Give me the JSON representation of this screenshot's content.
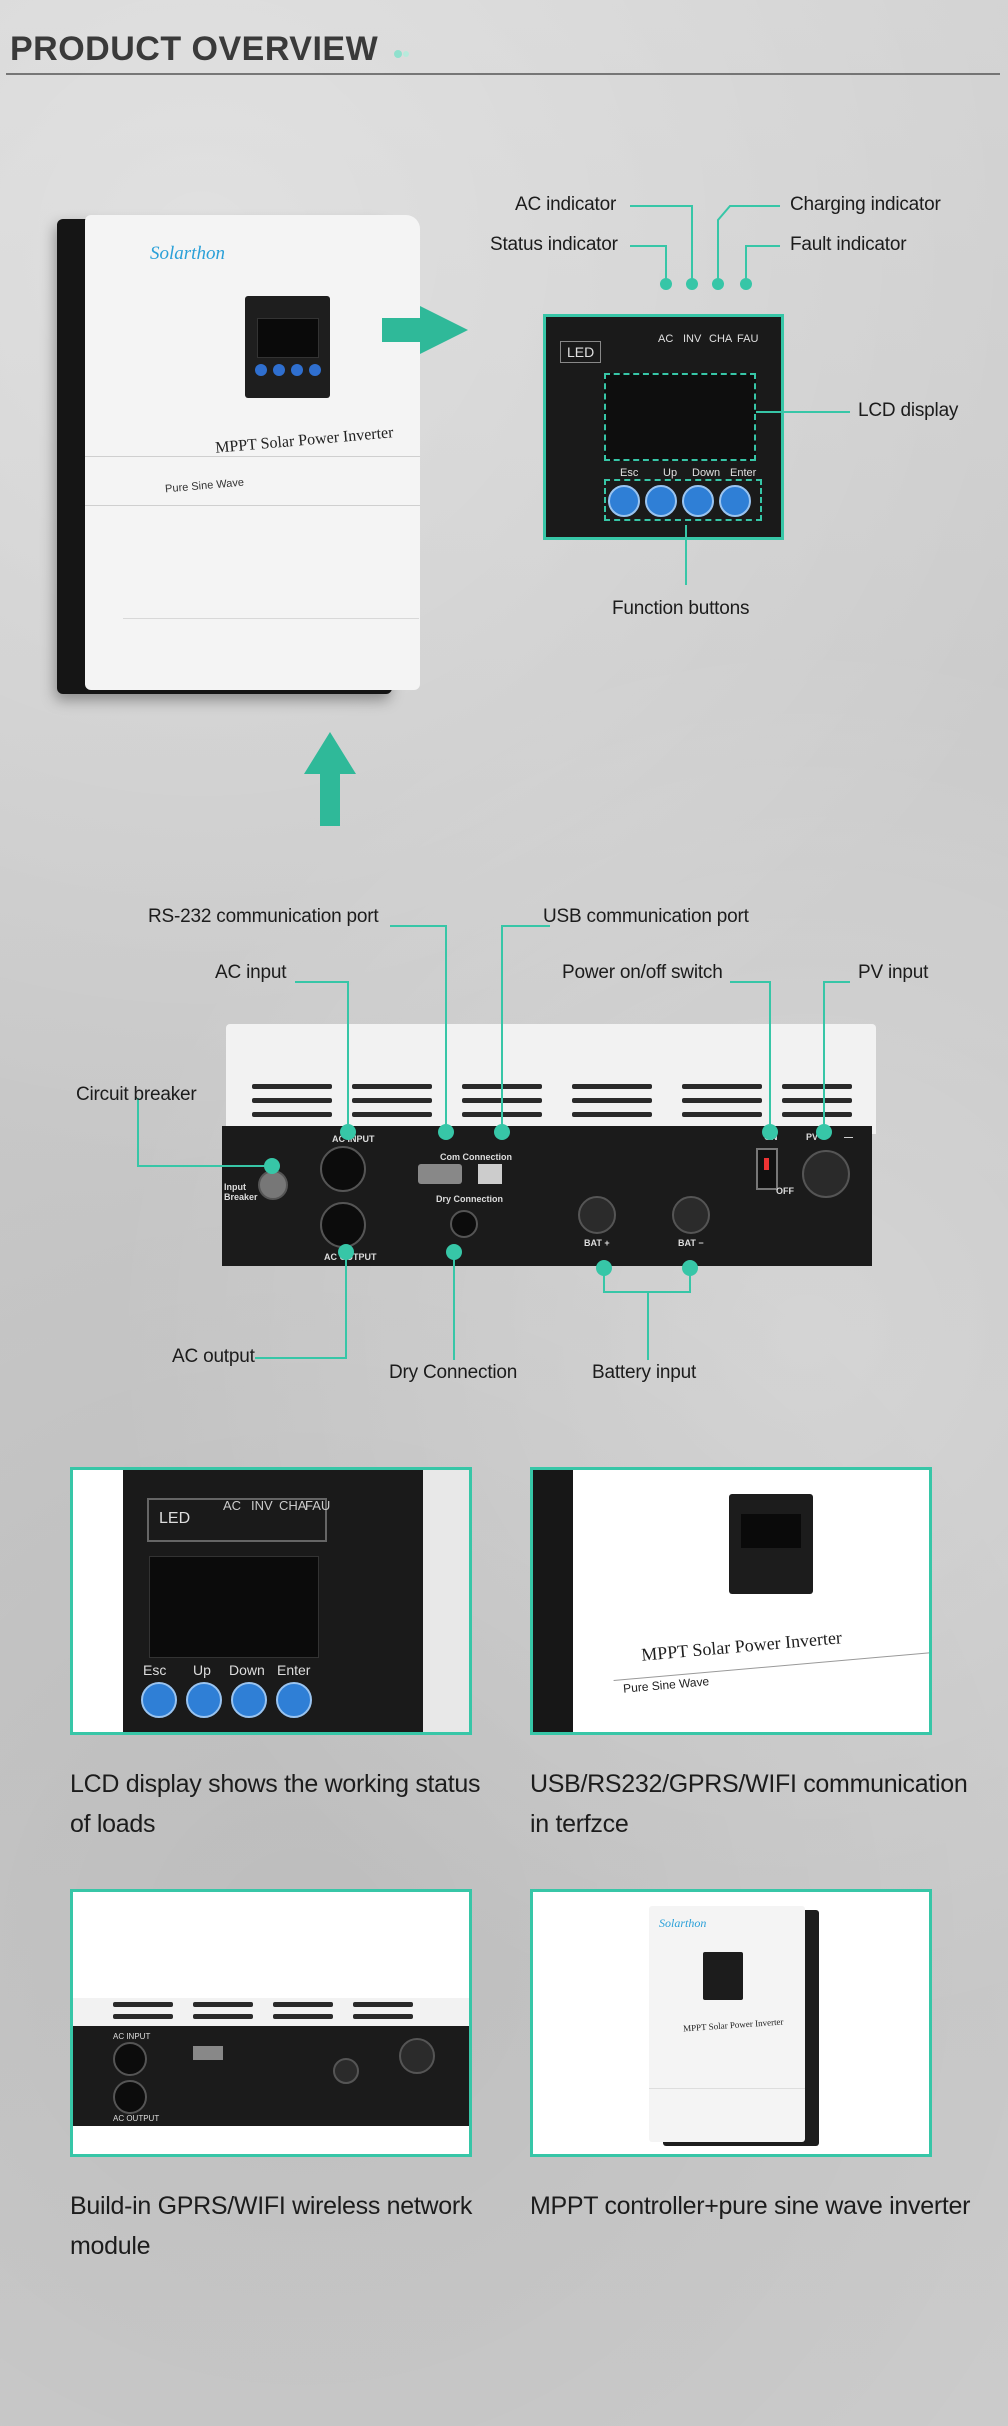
{
  "header": {
    "title": "PRODUCT OVERVIEW"
  },
  "inverter": {
    "brand": "Solarthon",
    "model_text": "MPPT Solar Power Inverter",
    "sub_text": "Pure Sine Wave"
  },
  "panel": {
    "led_label": "LED",
    "indicators": [
      "AC",
      "INV",
      "CHA",
      "FAU"
    ],
    "buttons": [
      "Esc",
      "Up",
      "Down",
      "Enter"
    ]
  },
  "callouts_front": {
    "ac_indicator": "AC indicator",
    "charging_indicator": "Charging indicator",
    "status_indicator": "Status indicator",
    "fault_indicator": "Fault indicator",
    "lcd_display": "LCD display",
    "function_buttons": "Function buttons"
  },
  "callouts_rear": {
    "rs232_port": "RS-232 communication port",
    "usb_port": "USB communication port",
    "ac_input": "AC input",
    "power_switch": "Power on/off switch",
    "pv_input": "PV input",
    "circuit_breaker": "Circuit breaker",
    "ac_output": "AC output",
    "dry_connection": "Dry Connection",
    "battery_input": "Battery input"
  },
  "rear_labels": {
    "ac_input": "AC INPUT",
    "ac_output": "AC OUTPUT",
    "com_connection": "Com Connection",
    "dry_connection": "Dry Connection",
    "input_breaker": "Input Breaker",
    "bat_plus": "BAT +",
    "bat_minus": "BAT −",
    "pv": "PV +",
    "pv_minus": "—",
    "on": "ON",
    "off": "OFF"
  },
  "features": [
    {
      "caption_line1": "LCD display shows the working status",
      "caption_line2": "of loads"
    },
    {
      "caption_line1": "USB/RS232/GPRS/WIFI communication",
      "caption_line2": "in terfzce"
    },
    {
      "caption_line1": "Build-in GPRS/WIFI wireless network",
      "caption_line2": "module"
    },
    {
      "caption_line1": "MPPT controller+pure sine wave inverter",
      "caption_line2": ""
    }
  ],
  "colors": {
    "accent": "#37c6a7",
    "button_blue": "#2f7fd6",
    "background": "#c9c9c9"
  }
}
